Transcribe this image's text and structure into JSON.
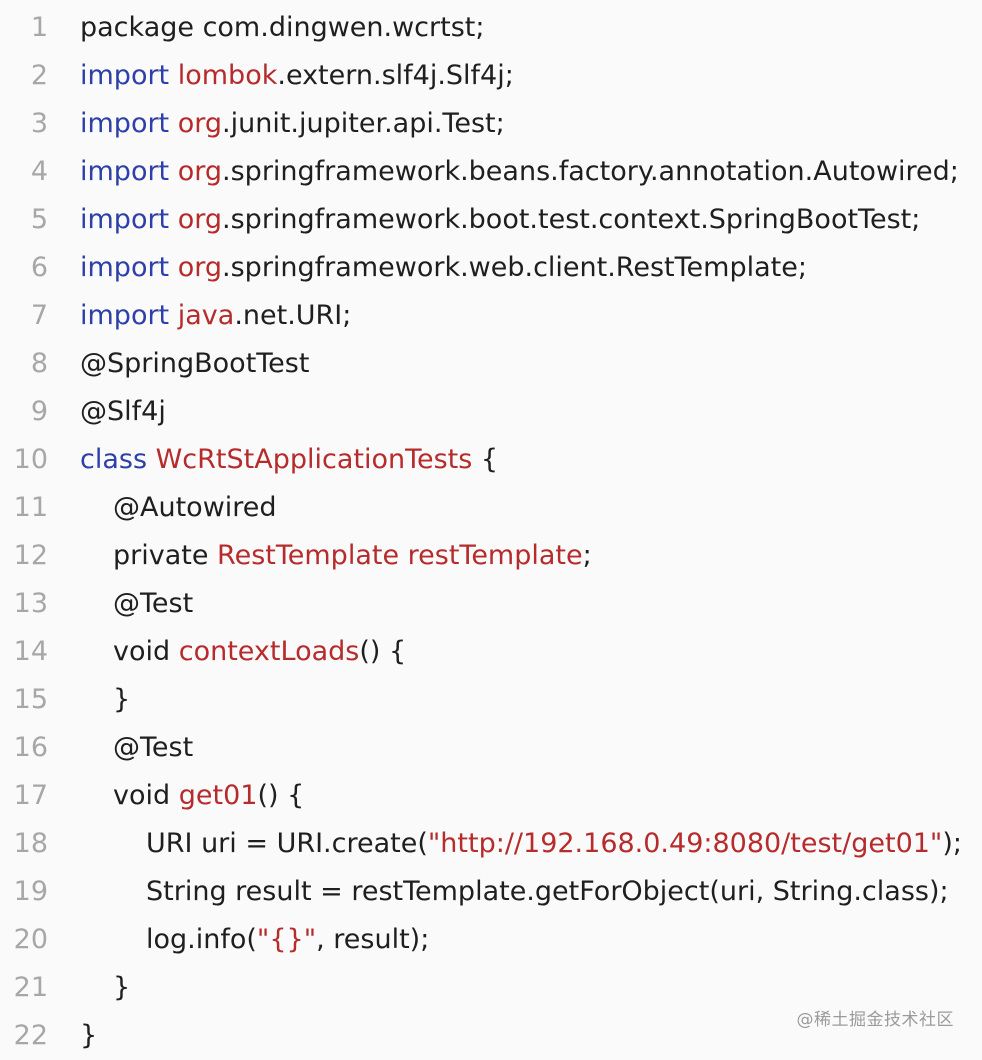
{
  "lines": [
    {
      "n": "1",
      "indent": 0,
      "tokens": [
        {
          "t": "package com.dingwen.wcrtst;",
          "c": ""
        }
      ]
    },
    {
      "n": "2",
      "indent": 0,
      "tokens": [
        {
          "t": "import ",
          "c": "kw"
        },
        {
          "t": "lombok",
          "c": "ty"
        },
        {
          "t": ".extern.slf4j.Slf4j;",
          "c": ""
        }
      ]
    },
    {
      "n": "3",
      "indent": 0,
      "tokens": [
        {
          "t": "import ",
          "c": "kw"
        },
        {
          "t": "org",
          "c": "ty"
        },
        {
          "t": ".junit.jupiter.api.Test;",
          "c": ""
        }
      ]
    },
    {
      "n": "4",
      "indent": 0,
      "tokens": [
        {
          "t": "import ",
          "c": "kw"
        },
        {
          "t": "org",
          "c": "ty"
        },
        {
          "t": ".springframework.beans.factory.annotation.Autowired;",
          "c": ""
        }
      ]
    },
    {
      "n": "5",
      "indent": 0,
      "tokens": [
        {
          "t": "import ",
          "c": "kw"
        },
        {
          "t": "org",
          "c": "ty"
        },
        {
          "t": ".springframework.boot.test.context.SpringBootTest;",
          "c": ""
        }
      ]
    },
    {
      "n": "6",
      "indent": 0,
      "tokens": [
        {
          "t": "import ",
          "c": "kw"
        },
        {
          "t": "org",
          "c": "ty"
        },
        {
          "t": ".springframework.web.client.RestTemplate;",
          "c": ""
        }
      ]
    },
    {
      "n": "7",
      "indent": 0,
      "tokens": [
        {
          "t": "import ",
          "c": "kw"
        },
        {
          "t": "java",
          "c": "ty"
        },
        {
          "t": ".net.URI;",
          "c": ""
        }
      ]
    },
    {
      "n": "8",
      "indent": 0,
      "tokens": [
        {
          "t": "@SpringBootTest",
          "c": ""
        }
      ]
    },
    {
      "n": "9",
      "indent": 0,
      "tokens": [
        {
          "t": "@Slf4j",
          "c": ""
        }
      ]
    },
    {
      "n": "10",
      "indent": 0,
      "tokens": [
        {
          "t": "class ",
          "c": "kw"
        },
        {
          "t": "WcRtStApplicationTests",
          "c": "ty"
        },
        {
          "t": " {",
          "c": ""
        }
      ]
    },
    {
      "n": "11",
      "indent": 1,
      "tokens": [
        {
          "t": "@Autowired",
          "c": ""
        }
      ]
    },
    {
      "n": "12",
      "indent": 1,
      "tokens": [
        {
          "t": "private ",
          "c": ""
        },
        {
          "t": "RestTemplate restTemplate",
          "c": "ty"
        },
        {
          "t": ";",
          "c": ""
        }
      ]
    },
    {
      "n": "13",
      "indent": 1,
      "tokens": [
        {
          "t": "@Test",
          "c": ""
        }
      ]
    },
    {
      "n": "14",
      "indent": 1,
      "tokens": [
        {
          "t": "void ",
          "c": ""
        },
        {
          "t": "contextLoads",
          "c": "ty"
        },
        {
          "t": "() {",
          "c": ""
        }
      ]
    },
    {
      "n": "15",
      "indent": 1,
      "tokens": [
        {
          "t": "}",
          "c": ""
        }
      ]
    },
    {
      "n": "16",
      "indent": 1,
      "tokens": [
        {
          "t": "@Test",
          "c": ""
        }
      ]
    },
    {
      "n": "17",
      "indent": 1,
      "tokens": [
        {
          "t": "void ",
          "c": ""
        },
        {
          "t": "get01",
          "c": "ty"
        },
        {
          "t": "() {",
          "c": ""
        }
      ]
    },
    {
      "n": "18",
      "indent": 2,
      "tokens": [
        {
          "t": "URI uri = URI.create(",
          "c": ""
        },
        {
          "t": "\"http://192.168.0.49:8080/test/get01\"",
          "c": "ty"
        },
        {
          "t": ");",
          "c": ""
        }
      ]
    },
    {
      "n": "19",
      "indent": 2,
      "tokens": [
        {
          "t": "String result = restTemplate.getForObject(uri, String.class);",
          "c": ""
        }
      ]
    },
    {
      "n": "20",
      "indent": 2,
      "tokens": [
        {
          "t": "log.info(",
          "c": ""
        },
        {
          "t": "\"{}\"",
          "c": "ty"
        },
        {
          "t": ", result);",
          "c": ""
        }
      ]
    },
    {
      "n": "21",
      "indent": 1,
      "tokens": [
        {
          "t": "}",
          "c": ""
        }
      ]
    },
    {
      "n": "22",
      "indent": 0,
      "tokens": [
        {
          "t": "}",
          "c": ""
        }
      ]
    }
  ],
  "watermark": "@稀土掘金技术社区",
  "colors": {
    "keyword": "#2d3fa8",
    "type": "#b62b2b",
    "text": "#1f1f1f",
    "line_number": "#a7a7a7",
    "background": "#fafafa"
  }
}
